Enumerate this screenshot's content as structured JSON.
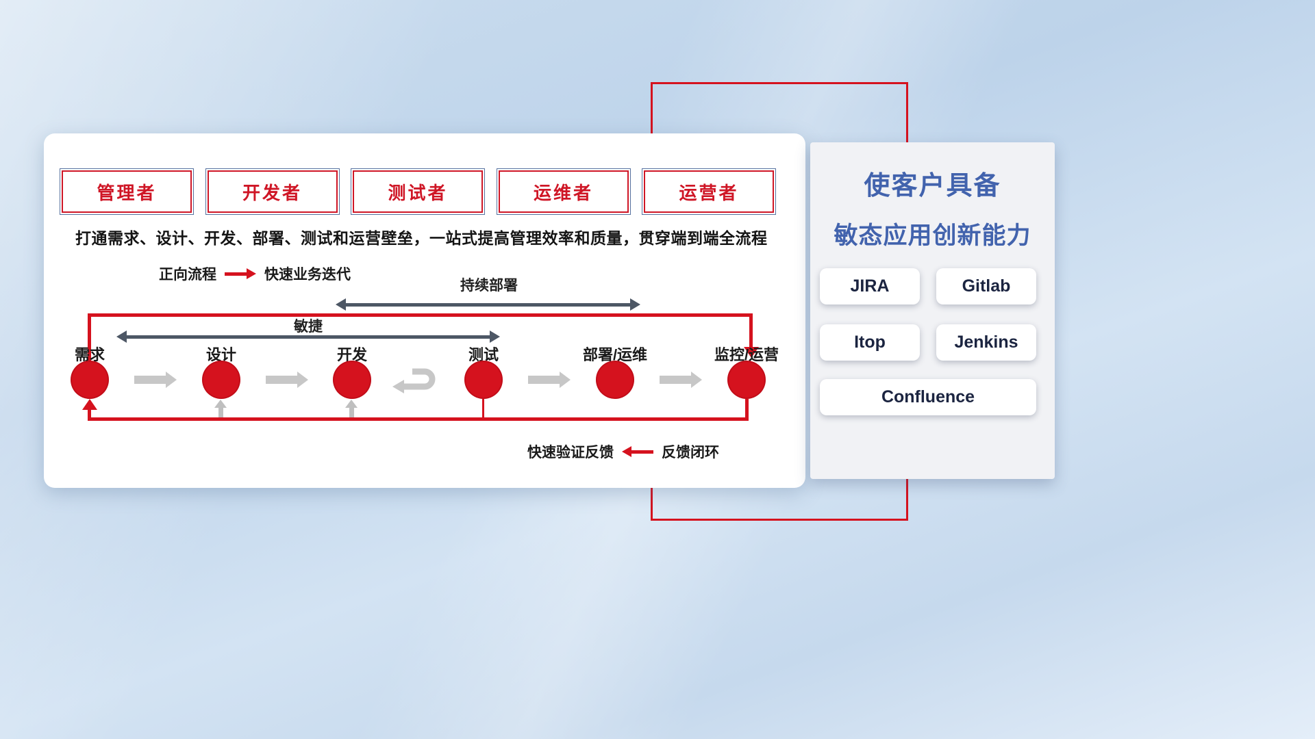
{
  "colors": {
    "accent_red": "#d5121e",
    "dark_arrow": "#4d5765",
    "gray_arrow": "#c7c7c7",
    "title_blue": "#4263ad",
    "tool_text_navy": "#1b2440"
  },
  "roles": [
    {
      "label": "管理者"
    },
    {
      "label": "开发者"
    },
    {
      "label": "测试者"
    },
    {
      "label": "运维者"
    },
    {
      "label": "运营者"
    }
  ],
  "subtitle": "打通需求、设计、开发、部署、测试和运营壁垒，一站式提高管理效率和质量，贯穿端到端全流程",
  "forward_legend": {
    "label": "正向流程",
    "value": "快速业务迭代"
  },
  "feedback_legend": {
    "label": "快速验证反馈",
    "value": "反馈闭环"
  },
  "flow": {
    "span_cd": "持续部署",
    "span_agile": "敏捷",
    "stages": [
      {
        "label": "需求"
      },
      {
        "label": "设计"
      },
      {
        "label": "开发"
      },
      {
        "label": "测试"
      },
      {
        "label": "部署/运维"
      },
      {
        "label": "监控/运营"
      }
    ]
  },
  "side_panel": {
    "title_line1": "使客户具备",
    "title_line2": "敏态应用创新能力",
    "tools": [
      {
        "name": "JIRA"
      },
      {
        "name": "Gitlab"
      },
      {
        "name": "Itop"
      },
      {
        "name": "Jenkins"
      },
      {
        "name": "Confluence"
      }
    ]
  }
}
